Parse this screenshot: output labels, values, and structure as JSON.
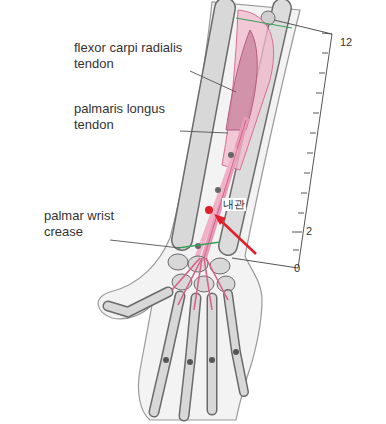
{
  "diagram": {
    "labels": [
      "flexor carpi radialis tendon",
      "palmaris longus tendon",
      "palmar wrist crease",
      "내관",
      "12",
      "2",
      "0"
    ]
  }
}
